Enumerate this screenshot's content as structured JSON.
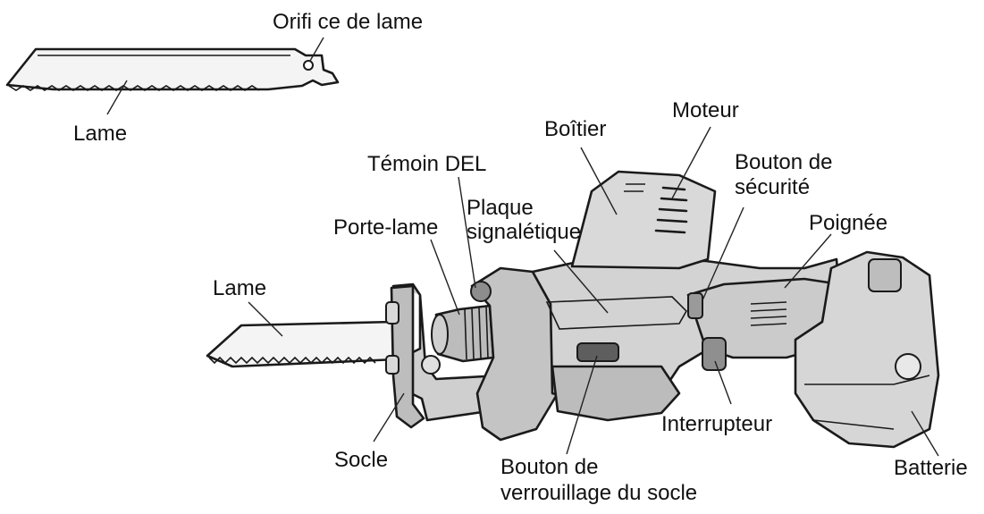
{
  "labels": {
    "blade_hole": "Orifi ce de lame",
    "blade_top": "Lame",
    "housing": "Boîtier",
    "motor": "Moteur",
    "led": "Témoin DEL",
    "safety_line1": "Bouton de",
    "safety_line2": "sécurité",
    "nameplate_line1": "Plaque",
    "nameplate_line2": "signalétique",
    "blade_holder": "Porte-lame",
    "handle": "Poignée",
    "blade_side": "Lame",
    "switch": "Interrupteur",
    "shoe": "Socle",
    "shoe_lock_line1": "Bouton de",
    "shoe_lock_line2": "verrouillage du socle",
    "battery": "Batterie"
  },
  "colors": {
    "ink": "#1a1a1a",
    "body_fill": "#d6d6d6",
    "body_light": "#e8e8e8",
    "body_dark": "#a9a9a9",
    "blade_fill": "#f2f2f2"
  }
}
